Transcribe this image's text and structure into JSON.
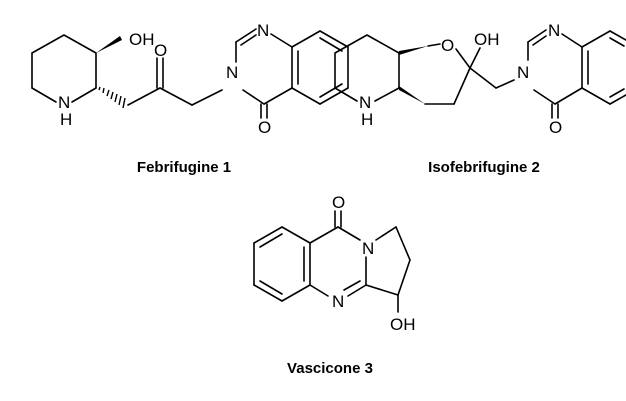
{
  "compounds": [
    {
      "caption": "Febrifugine 1",
      "atoms": {
        "hydroxyl": "OH",
        "ring_nh_n": "N",
        "ring_nh_h": "H",
        "ketone_o": "O",
        "quin_n1": "N",
        "quin_n3": "N",
        "quin_o": "O"
      }
    },
    {
      "caption": "Isofebrifugine 2",
      "atoms": {
        "furan_o": "O",
        "hydroxyl": "OH",
        "ring_nh_n": "N",
        "ring_nh_h": "H",
        "quin_n1": "N",
        "quin_n3": "N",
        "quin_o": "O"
      }
    },
    {
      "caption": "Vascicone 3",
      "atoms": {
        "carbonyl_o": "O",
        "n_bridge": "N",
        "n_ring": "N",
        "hydroxyl": "OH"
      }
    }
  ]
}
